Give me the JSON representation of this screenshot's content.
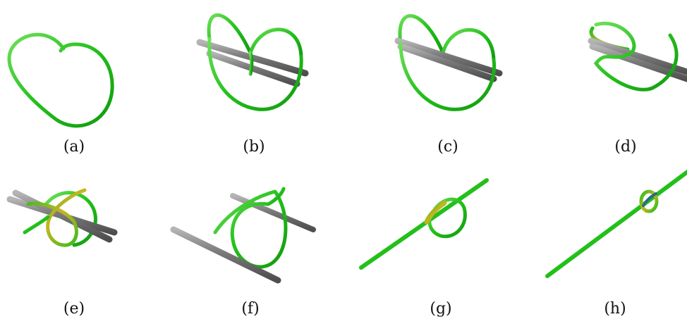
{
  "figure": {
    "panels": [
      {
        "id": "a",
        "caption": "(a)"
      },
      {
        "id": "b",
        "caption": "(b)"
      },
      {
        "id": "c",
        "caption": "(c)"
      },
      {
        "id": "d",
        "caption": "(d)"
      },
      {
        "id": "e",
        "caption": "(e)"
      },
      {
        "id": "f",
        "caption": "(f)"
      },
      {
        "id": "g",
        "caption": "(g)"
      },
      {
        "id": "h",
        "caption": "(h)"
      }
    ]
  },
  "colors": {
    "rope": "#22c01a",
    "rope_light": "#6fe05a",
    "rope_dark": "#129a10",
    "rope_tension": "#c9b420",
    "rope_tension_dark": "#2a6a8a",
    "rod": "#7a7a7a",
    "rod_light": "#b5b5b5",
    "rod_dark": "#4e4e4e"
  }
}
